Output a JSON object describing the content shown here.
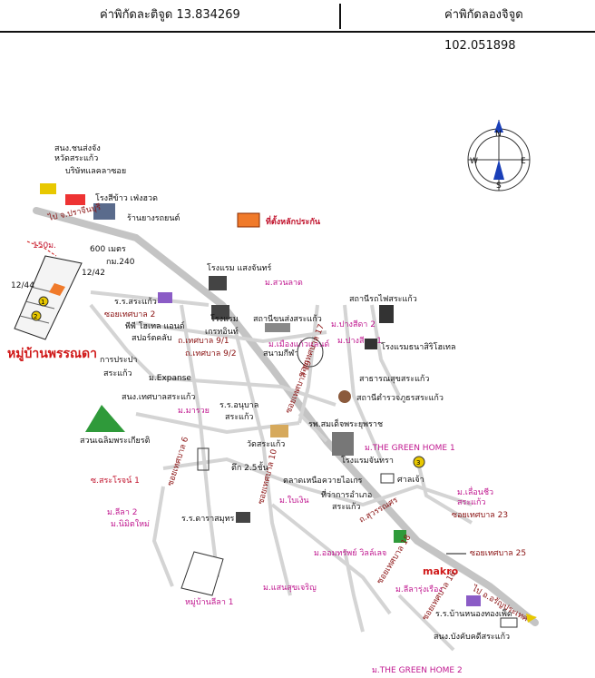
{
  "header": {
    "lat_label": "ค่าพิกัดละติจูด 13.834269",
    "lng_label": "ค่าพิกัดลองจิจูด 102.051898"
  },
  "legend": {
    "label": "ที่ตั้งหลักประกัน",
    "color": "#f07a2a"
  },
  "compass": {
    "n": "N",
    "s": "S",
    "e": "E",
    "w": "W"
  },
  "places": {
    "som_chon": "สนง.ชนส่งจัง",
    "province_sk": "หวัดสระแก้ว",
    "company": "บริษัทแลคลาซอย",
    "rice_mill": "โรงสีข้าว เฟ่งฮวด",
    "shop": "ร้านยางรถยนต์",
    "to_prachinburi": "ไป จ.ปราจีนบุรี",
    "km_600": "600 เมตร",
    "km_240": "กม.240",
    "m150": "150ม.",
    "soi_1244": "12/44",
    "soi_1242": "12/42",
    "village_pannada": "หมู่บ้านพรรณดา",
    "hotel_saengchan": "โรงแรม\nแสงจันทร์",
    "m_suanlang": "ม.สวนลาด",
    "school_sk": "ร.ร.สระแก้ว",
    "soi_tesaban2": "ซอยเทศบาล 2",
    "pp_hotel": "พีพี โฮเทล แอนด์",
    "apartment": "สปอร์ตคลับ",
    "hotel_kroen": "โรงแรม",
    "kroen_ideal": "เกรทอินท์",
    "tesaban9": "ถ.เทศบาล 9/1",
    "tesaban92": "ถ.เทศบาล 9/2",
    "bus_station": "สถานีขนส่งสระแก้ว",
    "stadium": "สนามกีฬา",
    "m_muangthong": "ม.เมืองแก้วแลนด์",
    "cnet_station": "สถานีรถไฟสระแก้ว",
    "m_pangsida2": "ม.ปางสีดา 2",
    "m_pangsida1": "ม.ปางสีดา 1",
    "hotel_vannasri": "โรงแรมธนาสิริโฮเทล",
    "public_health": "สาธารณสุขสระแก้ว",
    "irrigation": "การประปา",
    "sk_label": "สระแก้ว",
    "m_expanse": "ม.Expanse",
    "police": "สถานีตำรวจภูธรสระแก้ว",
    "municipal_sk": "สนง.เทศบาลสระแก้ว",
    "m_maruay": "ม.มารวย",
    "anuban_school": "ร.ร.อนุบาล",
    "anuban_sk": "สระแก้ว",
    "wat_sk": "วัดสระแก้ว",
    "hospital": "รพ.สมเด็จพระยุพราช",
    "park": "สวนเฉลิมพระเกียรติ",
    "hotel_chanpra": "โรงแรมจันทรา",
    "m_thegreen1": "ม.THE GREEN HOME 1",
    "bldg_25": "ตึก 2.5ชั้น",
    "soi_tesaban6": "ซอยเทศบาล 6",
    "soi_tesaban10": "ซอยเทศบาล 10",
    "soi_tesaban19": "ซอยเทศบาล 19",
    "soi_tesaban17": "ซอยเทศบาล 17",
    "nong_khai_rd": "ถ.สุวรรณศร",
    "tor_sarokri": "ซ.สระโรจน์ 1",
    "market": "ตลาดเหนือควายไอเกร",
    "m_baimee": "ม.ใบเงิน",
    "district_office": "ที่ว่าการอำเภอ",
    "district_sk": "สระแก้ว",
    "shrine": "ศาลเจ้า",
    "m_vangmai2": "ม.ลีลา 2",
    "m_nimitmai": "ม.นิมิตใหม่",
    "dara_school": "ร.ร.ดาราสมุทร",
    "m_lumchumsai": "ม.เลื่อนชีว",
    "m_lum2": "สระแก้ว",
    "soi_tesaban23": "ซอยเทศบาล 23",
    "soi_tesaban25": "ซอยเทศบาล 25",
    "m_orm": "ม.ออมทรัพย์ วิลล์เลจ",
    "soi_tesaban18": "ซอยเทศบาล 18",
    "makro": "makro",
    "to_aranyaprathet": "ไป อ.อรัญประเทศ",
    "m_lungsuwan": "ม.แสนสุขเจริญ",
    "m_lileela": "ม.ลีลารุ่งเรือง",
    "village_lila1": "หมู่บ้านลีลา 1",
    "soi_tesaban16": "ซอยเทศบาล 16",
    "nongkhaisom": "ร.ร.บ้านหนองทองเพ็ด",
    "land_office": "สนง.บังคับคดีสระแก้ว",
    "m_thegreen2": "ม.THE GREEN HOME 2",
    "sk2": "สระแก้ว"
  },
  "markers": {
    "m1": "1",
    "m2": "2",
    "m3": "3"
  }
}
